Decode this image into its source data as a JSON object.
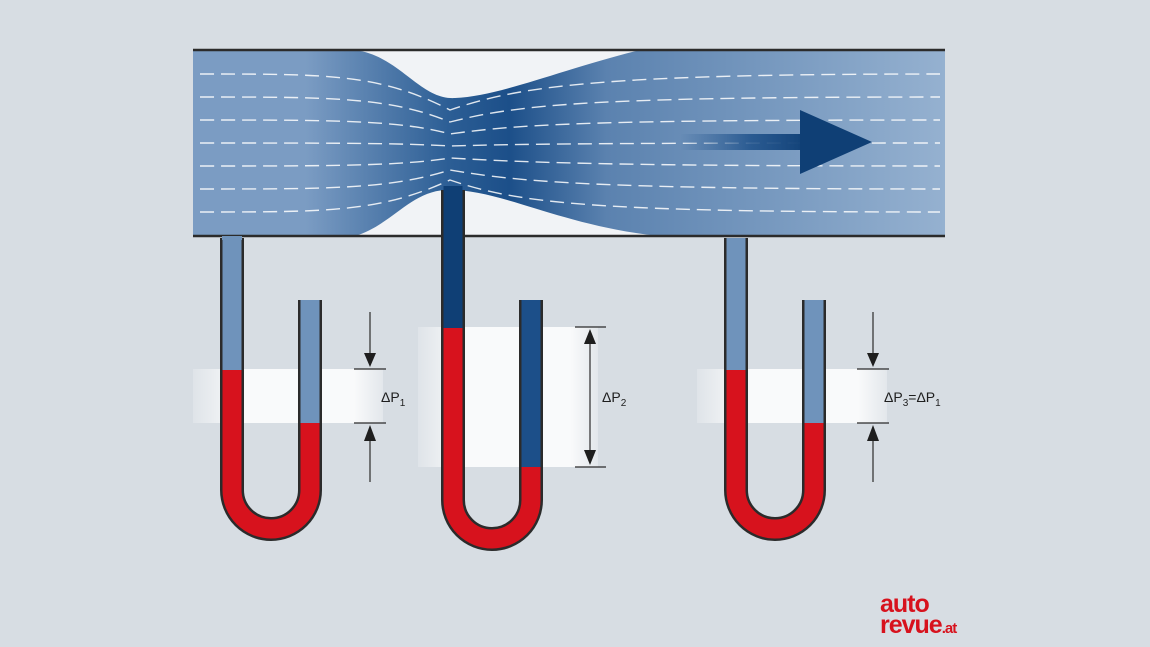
{
  "diagram": {
    "labels": {
      "dp1": {
        "prefix": "ΔP",
        "sub": "1"
      },
      "dp2": {
        "prefix": "ΔP",
        "sub": "2"
      },
      "dp3": {
        "prefix": "ΔP",
        "sub": "3",
        "eq": "=ΔP",
        "sub2": "1"
      }
    },
    "flow_direction": "right"
  },
  "logo": {
    "line1": "auto",
    "line2": "revue",
    "suffix": ".at"
  },
  "colors": {
    "background": "#d7dde3",
    "pipe_fill": "#6f93bb",
    "pipe_dark": "#0f3f75",
    "liquid": "#d7121d",
    "tube_outline": "#2b2b2b",
    "logo": "#d7121d"
  }
}
